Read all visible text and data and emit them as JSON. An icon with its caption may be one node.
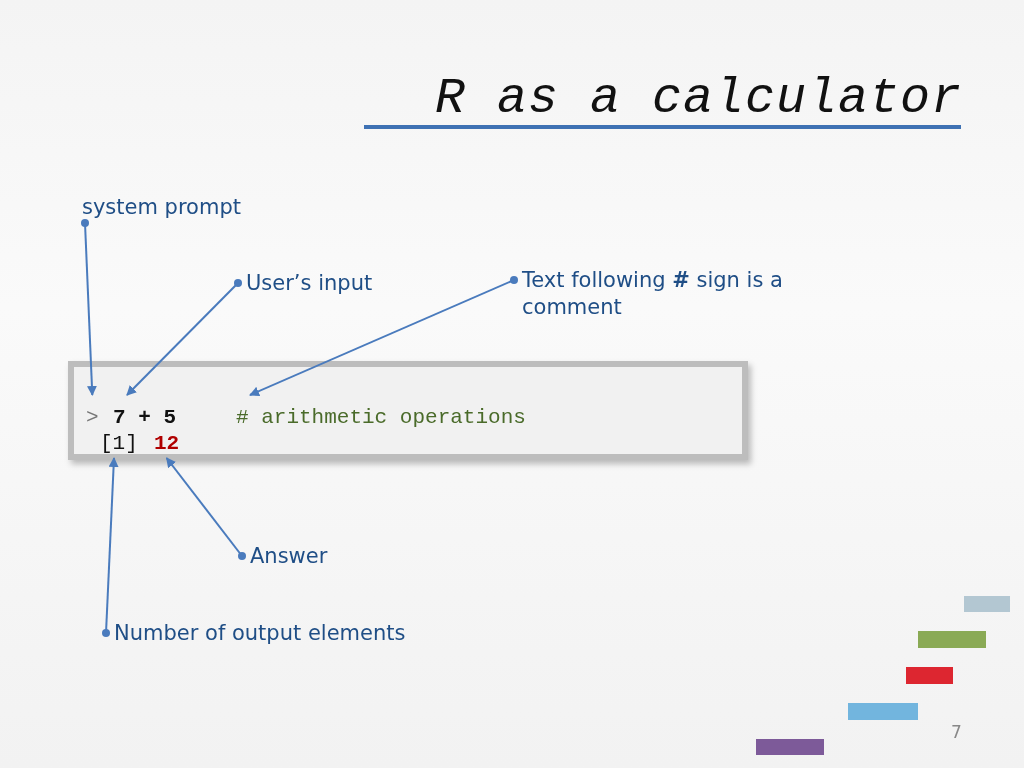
{
  "diagram": {
    "title": "R as a calculator",
    "nodes": [
      {
        "text": [
          "system prompt"
        ]
      },
      {
        "text": [
          "User’s input"
        ]
      },
      {
        "text": [
          "Text following **#** sign is a comment"
        ]
      },
      {
        "text": [],
        "shape": "box"
      },
      {
        "text": [
          ">"
        ],
        "in": 3
      },
      {
        "text": [
          "7 + 5"
        ],
        "in": 3
      },
      {
        "text": [
          "# arithmetic operations"
        ],
        "in": 3
      },
      {
        "text": [
          "[1]"
        ],
        "in": 3
      },
      {
        "text": [
          "12"
        ],
        "in": 3
      },
      {
        "text": [
          "Answer"
        ]
      },
      {
        "text": [
          "Number of output elements"
        ]
      }
    ],
    "edges": [
      {
        "from": 0,
        "to": 4,
        "arrow": "to"
      },
      {
        "from": 1,
        "to": 5,
        "arrow": "to"
      },
      {
        "from": 2,
        "to": 6,
        "arrow": "to"
      },
      {
        "from": 9,
        "to": 8,
        "arrow": "to"
      },
      {
        "from": 10,
        "to": 7,
        "arrow": "to"
      }
    ],
    "labels": [
      "7"
    ]
  }
}
